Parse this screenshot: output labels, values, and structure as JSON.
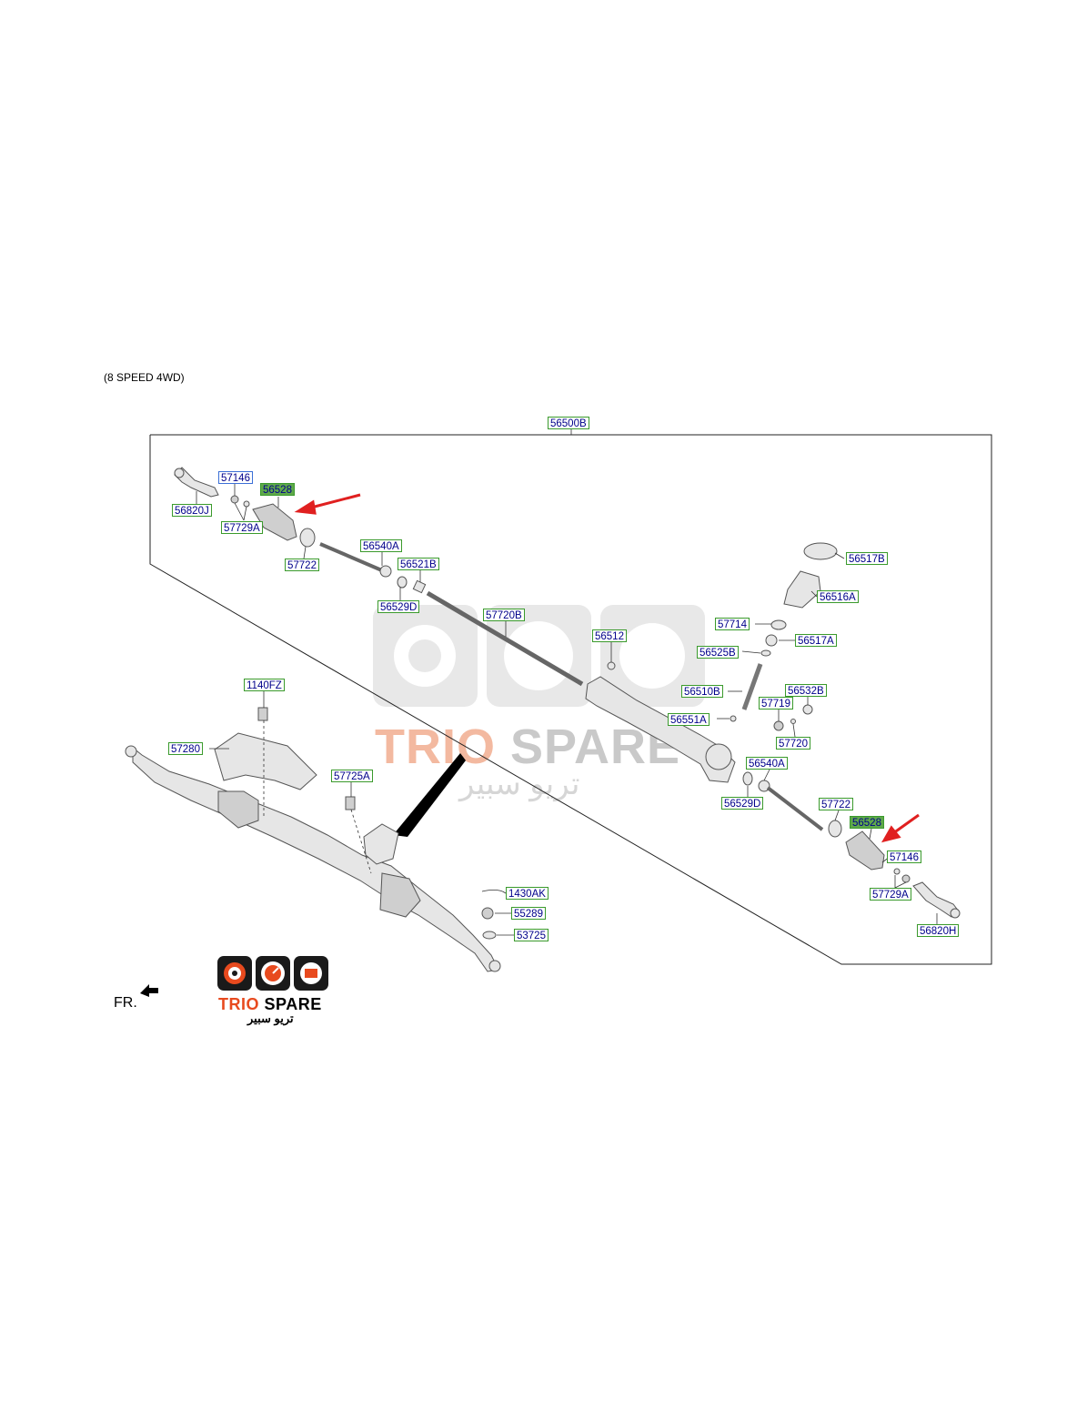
{
  "header": {
    "subtitle": "(8 SPEED 4WD)"
  },
  "orientation": {
    "label": "FR."
  },
  "watermark": {
    "brand": "TRIO SPARE",
    "brand_ar": "تريو سبير"
  },
  "logo": {
    "brand_trio": "TRIO",
    "brand_spare": "SPARE",
    "brand_ar": "تريو سبير",
    "accent": "#e84a1e",
    "box_color": "#1a1a1a"
  },
  "parts": {
    "p56500B": "56500B",
    "p57146_l": "57146",
    "p56528_l": "56528",
    "p56820J": "56820J",
    "p57729A_l": "57729A",
    "p57722_l": "57722",
    "p56540A_l": "56540A",
    "p56521B": "56521B",
    "p56529D_l": "56529D",
    "p57720B": "57720B",
    "p56512": "56512",
    "p56517B": "56517B",
    "p56516A": "56516A",
    "p57714": "57714",
    "p56517A": "56517A",
    "p56525B": "56525B",
    "p56510B": "56510B",
    "p56532B": "56532B",
    "p57719": "57719",
    "p56551A": "56551A",
    "p57720": "57720",
    "p56540A_r": "56540A",
    "p56529D_r": "56529D",
    "p57722_r": "57722",
    "p56528_r": "56528",
    "p57146_r": "57146",
    "p57729A_r": "57729A",
    "p56820H": "56820H",
    "p1140FZ": "1140FZ",
    "p57280": "57280",
    "p57725A": "57725A",
    "p1430AK": "1430AK",
    "p55289": "55289",
    "p53725": "53725"
  },
  "colors": {
    "label_border": "#3a9a2c",
    "label_text": "#00008b",
    "highlight": "#5fa84a",
    "arrow": "#e02020"
  }
}
